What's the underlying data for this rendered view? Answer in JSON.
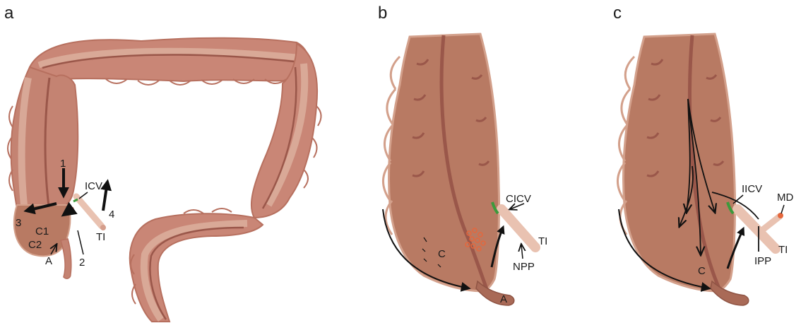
{
  "panels": [
    {
      "letter": "a",
      "labels": {
        "ICV": "ICV",
        "TI": "TI",
        "C1": "C1",
        "C2": "C2",
        "A": "A",
        "n1": "1",
        "n2": "2",
        "n3": "3",
        "n4": "4"
      }
    },
    {
      "letter": "b",
      "labels": {
        "CICV": "CICV",
        "TI": "TI",
        "NPP": "NPP",
        "C": "C",
        "A": "A"
      }
    },
    {
      "letter": "c",
      "labels": {
        "IICV": "IICV",
        "MD": "MD",
        "TI": "TI",
        "IPP": "IPP",
        "C": "C"
      }
    }
  ],
  "colors": {
    "colon_dark": "#b7705f",
    "colon_mid": "#c98676",
    "colon_light": "#ddb1a0",
    "cecum_fill": "#b87a63",
    "cecum_edge": "#d3a08b",
    "band": "#9a574a",
    "ileum": "#e9c2b1",
    "valve_green": "#3c9a3c",
    "nodule_orange": "#e5673c",
    "arrow": "#111111"
  }
}
